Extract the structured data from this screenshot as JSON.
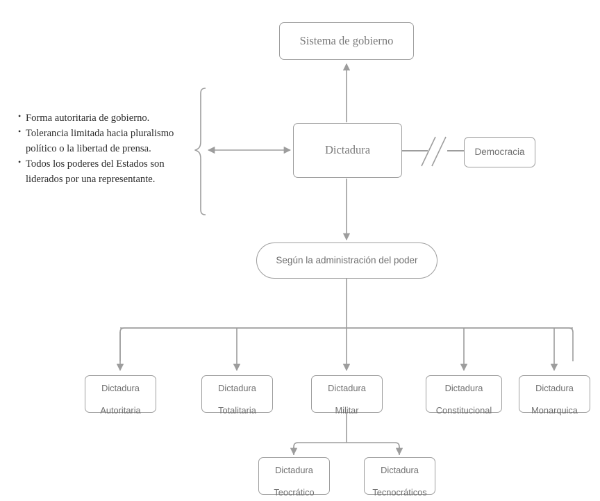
{
  "diagram": {
    "title_node": {
      "label": "Sistema de gobierno"
    },
    "root_node": {
      "label": "Dictadura"
    },
    "contrast_node": {
      "label": "Democracia"
    },
    "break_marker": "//",
    "criteria_node": {
      "label": "Según la administración del poder"
    },
    "description": {
      "bullets": [
        "Forma autoritaria de gobierno.",
        "Tolerancia limitada hacia pluralismo político o la libertad de prensa.",
        "Todos los poderes del Estados son liderados por una representante."
      ]
    },
    "level_one": [
      {
        "line1": "Dictadura",
        "line2": "Autoritaria"
      },
      {
        "line1": "Dictadura",
        "line2": "Totalitaria"
      },
      {
        "line1": "Dictadura",
        "line2": "Militar"
      },
      {
        "line1": "Dictadura",
        "line2": "Constitucional"
      },
      {
        "line1": "Dictadura",
        "line2": "Monarquica"
      }
    ],
    "level_two": [
      {
        "line1": "Dictadura",
        "line2": "Teocrático"
      },
      {
        "line1": "Dictadura",
        "line2": "Tecnocráticos"
      }
    ],
    "colors": {
      "stroke": "#9d9d9d",
      "node_text": "#6f6f6f",
      "body_text": "#2b2b2b",
      "background": "#ffffff"
    }
  }
}
